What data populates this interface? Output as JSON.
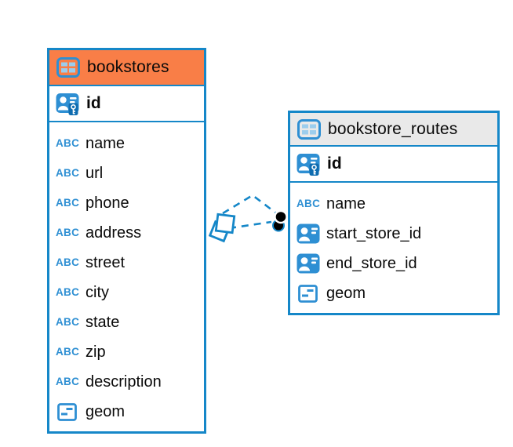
{
  "colors": {
    "accent_blue": "#1587C8",
    "icon_blue": "#2E8FD3",
    "bookstores_header": "#F97E47",
    "routes_header": "#E9E9E9",
    "connector_marker_fill": "#000000"
  },
  "icons": {
    "text_glyph": "ABC"
  },
  "tables": [
    {
      "name": "bookstores",
      "primary_key": {
        "label": "id",
        "type": "person-key"
      },
      "columns": [
        {
          "label": "name",
          "type": "text"
        },
        {
          "label": "url",
          "type": "text"
        },
        {
          "label": "phone",
          "type": "text"
        },
        {
          "label": "address",
          "type": "text"
        },
        {
          "label": "street",
          "type": "text"
        },
        {
          "label": "city",
          "type": "text"
        },
        {
          "label": "state",
          "type": "text"
        },
        {
          "label": "zip",
          "type": "text"
        },
        {
          "label": "description",
          "type": "text"
        },
        {
          "label": "geom",
          "type": "geometry"
        }
      ]
    },
    {
      "name": "bookstore_routes",
      "primary_key": {
        "label": "id",
        "type": "person-key"
      },
      "columns": [
        {
          "label": "name",
          "type": "text"
        },
        {
          "label": "start_store_id",
          "type": "reference"
        },
        {
          "label": "end_store_id",
          "type": "reference"
        },
        {
          "label": "geom",
          "type": "geometry"
        }
      ]
    }
  ],
  "relationships": {
    "count": 2,
    "line_style": "dashed",
    "source_table": "bookstores",
    "target_table": "bookstore_routes",
    "source_marker": "diamond",
    "target_marker": "circle"
  }
}
